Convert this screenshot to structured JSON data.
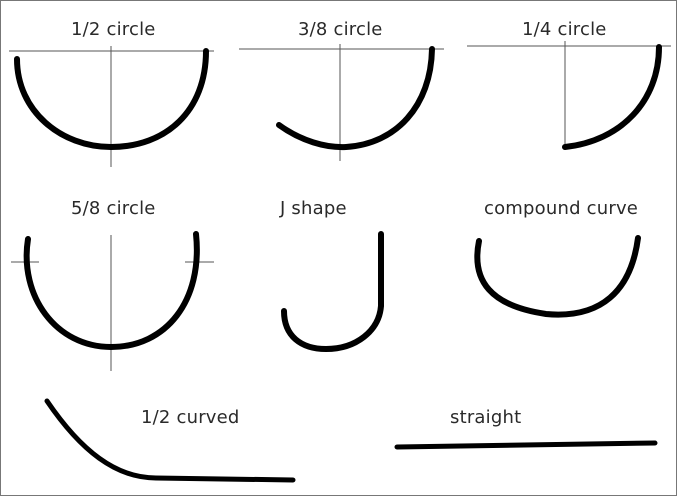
{
  "labels": {
    "half_circle": "1/2 circle",
    "three_eighths_circle": "3/8 circle",
    "quarter_circle": "1/4 circle",
    "five_eighths_circle": "5/8 circle",
    "j_shape": "J shape",
    "compound_curve": "compound curve",
    "half_curved": "1/2 curved",
    "straight": "straight"
  },
  "colors": {
    "stroke": "#000000",
    "guide": "#555555",
    "border": "#777777",
    "text": "#2a2a2a"
  }
}
